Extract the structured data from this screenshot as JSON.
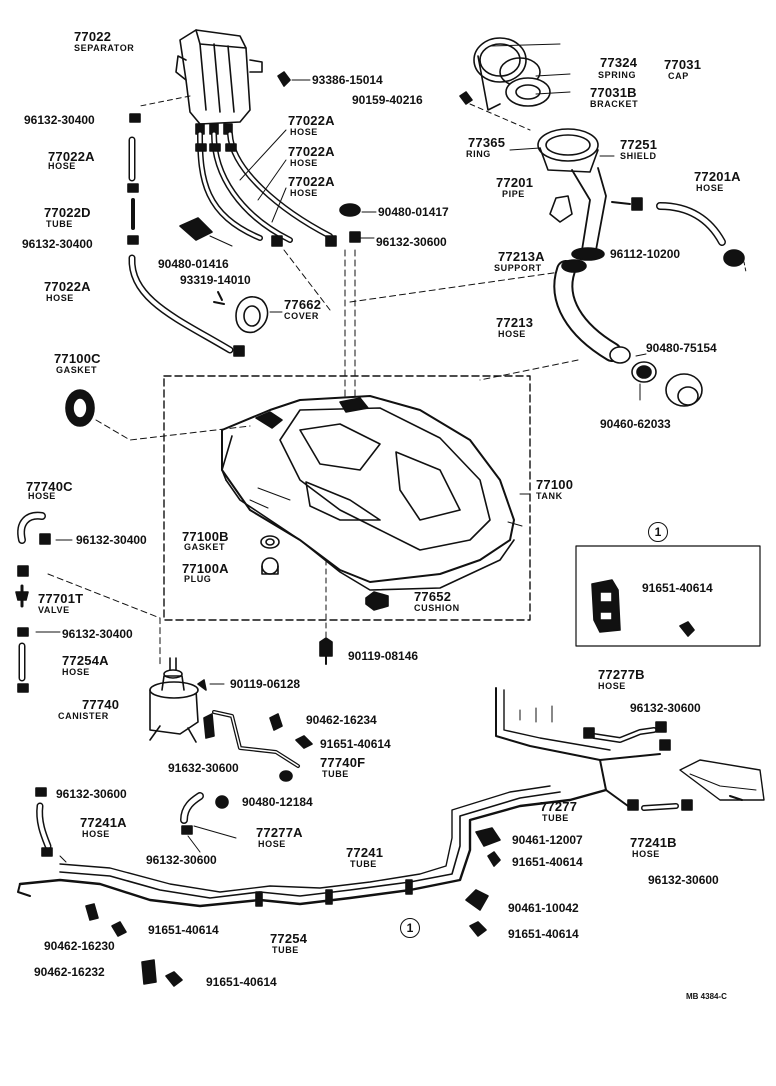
{
  "parts": [
    {
      "id": "p77022",
      "number": "77022",
      "name": "SEPARATOR"
    },
    {
      "id": "p93386",
      "number": "93386-15014",
      "name": ""
    },
    {
      "id": "p96132a",
      "number": "96132-30400",
      "name": ""
    },
    {
      "id": "p77022A1",
      "number": "77022A",
      "name": "HOSE"
    },
    {
      "id": "p77022A2",
      "number": "77022A",
      "name": "HOSE"
    },
    {
      "id": "p77022A3",
      "number": "77022A",
      "name": "HOSE"
    },
    {
      "id": "p77022A4",
      "number": "77022A",
      "name": "HOSE"
    },
    {
      "id": "p77022D",
      "number": "77022D",
      "name": "TUBE"
    },
    {
      "id": "p96132b",
      "number": "96132-30400",
      "name": ""
    },
    {
      "id": "p77022A5",
      "number": "77022A",
      "name": "HOSE"
    },
    {
      "id": "p90480a",
      "number": "90480-01417",
      "name": ""
    },
    {
      "id": "p90480b",
      "number": "90480-01416",
      "name": ""
    },
    {
      "id": "p93319",
      "number": "93319-14010",
      "name": ""
    },
    {
      "id": "p96132c",
      "number": "96132-30600",
      "name": ""
    },
    {
      "id": "p77662",
      "number": "77662",
      "name": "COVER"
    },
    {
      "id": "p77324",
      "number": "77324",
      "name": "SPRING"
    },
    {
      "id": "p77031",
      "number": "77031",
      "name": "CAP"
    },
    {
      "id": "p90159",
      "number": "90159-40216",
      "name": ""
    },
    {
      "id": "p77031B",
      "number": "77031B",
      "name": "BRACKET"
    },
    {
      "id": "p77365",
      "number": "77365",
      "name": "RING"
    },
    {
      "id": "p77251",
      "number": "77251",
      "name": "SHIELD"
    },
    {
      "id": "p77201",
      "number": "77201",
      "name": "PIPE"
    },
    {
      "id": "p77201A",
      "number": "77201A",
      "name": "HOSE"
    },
    {
      "id": "p77213A",
      "number": "77213A",
      "name": "SUPPORT"
    },
    {
      "id": "p96112",
      "number": "96112-10200",
      "name": ""
    },
    {
      "id": "p77213",
      "number": "77213",
      "name": "HOSE"
    },
    {
      "id": "p90480c",
      "number": "90480-75154",
      "name": ""
    },
    {
      "id": "p90460",
      "number": "90460-62033",
      "name": ""
    },
    {
      "id": "p77100C",
      "number": "77100C",
      "name": "GASKET"
    },
    {
      "id": "p77100",
      "number": "77100",
      "name": "TANK"
    },
    {
      "id": "p77740C",
      "number": "77740C",
      "name": "HOSE"
    },
    {
      "id": "p96132d",
      "number": "96132-30400",
      "name": ""
    },
    {
      "id": "p77100B",
      "number": "77100B",
      "name": "GASKET"
    },
    {
      "id": "p77100A",
      "number": "77100A",
      "name": "PLUG"
    },
    {
      "id": "p77652",
      "number": "77652",
      "name": "CUSHION"
    },
    {
      "id": "p77701T",
      "number": "77701T",
      "name": "VALVE"
    },
    {
      "id": "p96132e",
      "number": "96132-30400",
      "name": ""
    },
    {
      "id": "p77254A",
      "number": "77254A",
      "name": "HOSE"
    },
    {
      "id": "p90119a",
      "number": "90119-08146",
      "name": ""
    },
    {
      "id": "p91651a",
      "number": "91651-40614",
      "name": ""
    },
    {
      "id": "p77740",
      "number": "77740",
      "name": "CANISTER"
    },
    {
      "id": "p90119b",
      "number": "90119-06128",
      "name": ""
    },
    {
      "id": "p90462a",
      "number": "90462-16234",
      "name": ""
    },
    {
      "id": "p91651b",
      "number": "91651-40614",
      "name": ""
    },
    {
      "id": "p91632",
      "number": "91632-30600",
      "name": ""
    },
    {
      "id": "p77740F",
      "number": "77740F",
      "name": "TUBE"
    },
    {
      "id": "p90480d",
      "number": "90480-12184",
      "name": ""
    },
    {
      "id": "p77277B",
      "number": "77277B",
      "name": "HOSE"
    },
    {
      "id": "p96132f",
      "number": "96132-30600",
      "name": ""
    },
    {
      "id": "p96132g",
      "number": "96132-30600",
      "name": ""
    },
    {
      "id": "p77241A",
      "number": "77241A",
      "name": "HOSE"
    },
    {
      "id": "p77277A",
      "number": "77277A",
      "name": "HOSE"
    },
    {
      "id": "p96132h",
      "number": "96132-30600",
      "name": ""
    },
    {
      "id": "p77241",
      "number": "77241",
      "name": "TUBE"
    },
    {
      "id": "p77277",
      "number": "77277",
      "name": "TUBE"
    },
    {
      "id": "p90461a",
      "number": "90461-12007",
      "name": ""
    },
    {
      "id": "p91651c",
      "number": "91651-40614",
      "name": ""
    },
    {
      "id": "p77241B",
      "number": "77241B",
      "name": "HOSE"
    },
    {
      "id": "p96132i",
      "number": "96132-30600",
      "name": ""
    },
    {
      "id": "p90461b",
      "number": "90461-10042",
      "name": ""
    },
    {
      "id": "p91651d",
      "number": "91651-40614",
      "name": ""
    },
    {
      "id": "p90462b",
      "number": "90462-16230",
      "name": ""
    },
    {
      "id": "p91651e",
      "number": "91651-40614",
      "name": ""
    },
    {
      "id": "p77254",
      "number": "77254",
      "name": "TUBE"
    },
    {
      "id": "p90462c",
      "number": "90462-16232",
      "name": ""
    },
    {
      "id": "p91651f",
      "number": "91651-40614",
      "name": ""
    }
  ],
  "callouts": {
    "inset_marker": "1",
    "tube_marker": "1"
  },
  "reference": "MB 4384-C"
}
